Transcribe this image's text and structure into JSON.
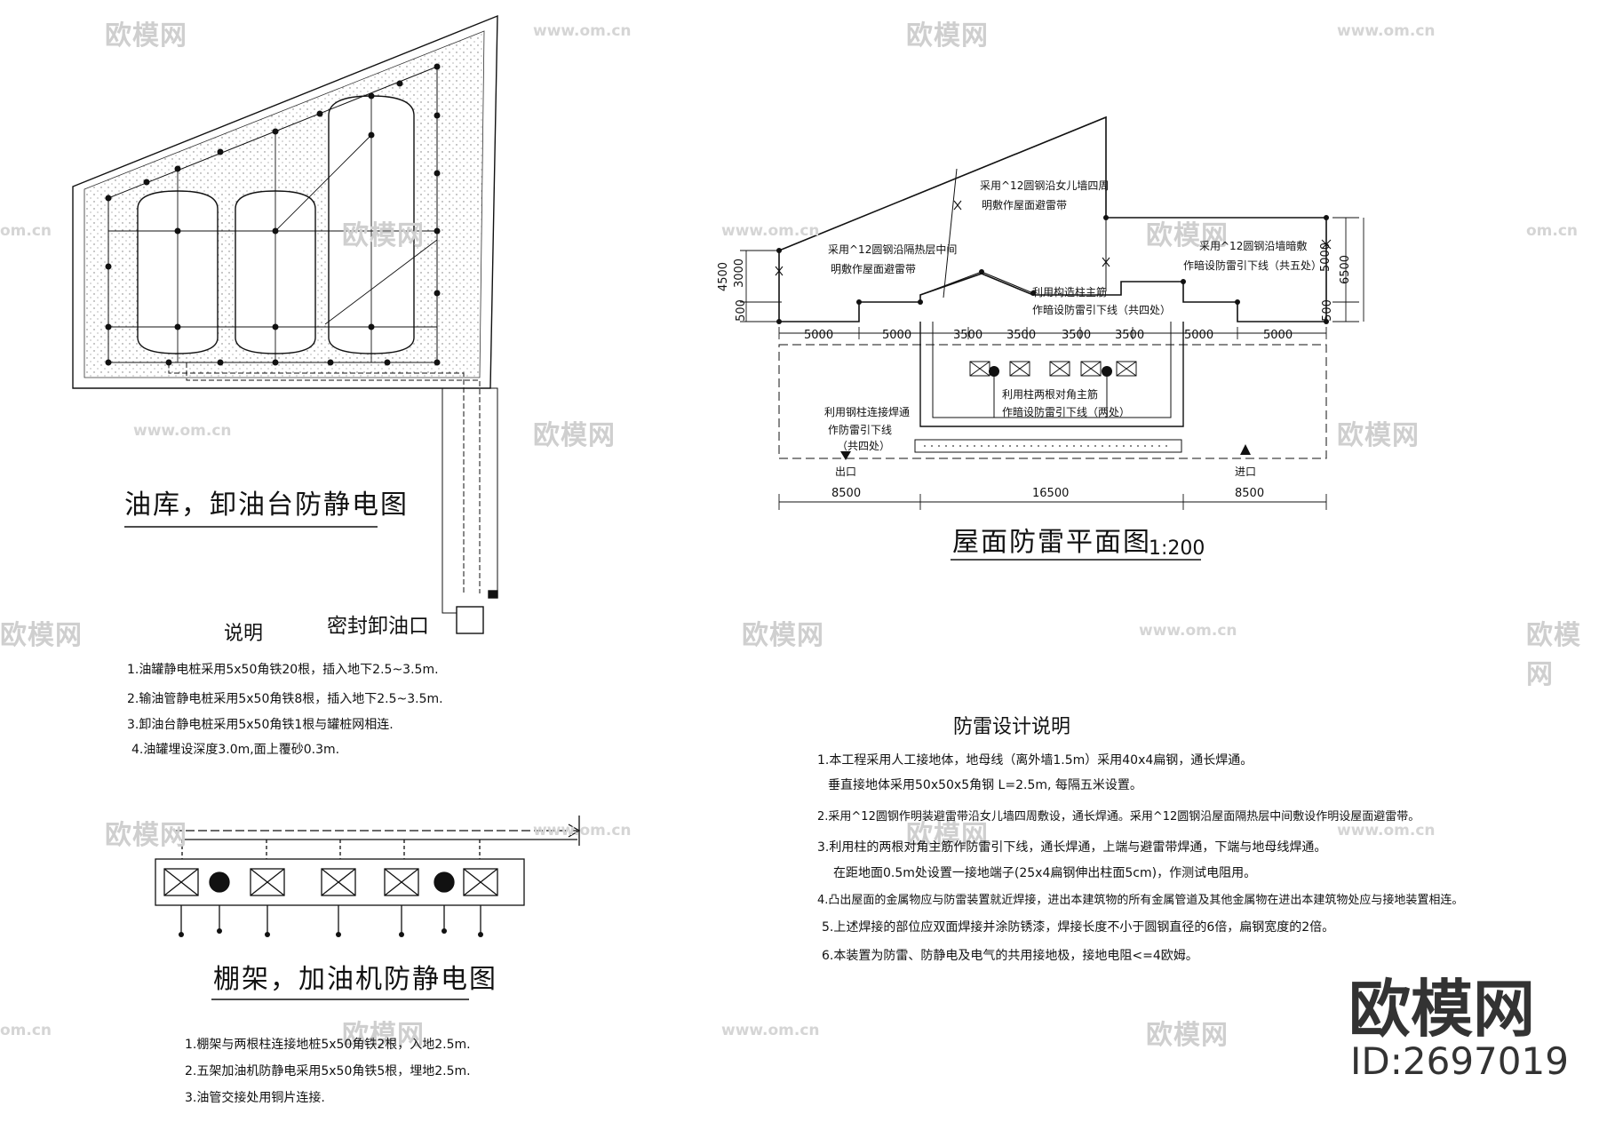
{
  "watermark": {
    "brand": "欧模网",
    "url": "www.om.cn",
    "url_short": "om.cn"
  },
  "brand_mark": {
    "name": "欧模网",
    "id": "ID:2697019"
  },
  "oil_depot": {
    "title": "油库，卸油台防静电图",
    "outlet_label": "密封卸油口",
    "notes_heading": "说明",
    "notes": [
      "1.油罐静电桩采用5x50角铁20根，插入地下2.5~3.5m.",
      "2.输油管静电桩采用5x50角铁8根，插入地下2.5~3.5m.",
      "3.卸油台静电桩采用5x50角铁1根与罐桩网相连.",
      "4.油罐埋设深度3.0m,面上覆砂0.3m."
    ]
  },
  "canopy": {
    "title": "棚架，加油机防静电图",
    "notes": [
      "1.棚架与两根柱连接地桩5x50角铁2根，入地2.5m.",
      "2.五架加油机防静电采用5x50角铁5根，埋地2.5m.",
      "3.油管交接处用铜片连接."
    ]
  },
  "roof_plan": {
    "title": "屋面防雷平面图",
    "scale": "1:200",
    "labels": {
      "parapet": "采用^12圆钢沿女儿墙四周",
      "parapet2": "明敷作屋面避雷带",
      "insulation": "采用^12圆钢沿隔热层中间",
      "insulation2": "明敷作屋面避雷带",
      "right_top": "采用^12圆钢沿墙暗敷",
      "right_top2": "作暗设防雷引下线（共五处）",
      "struct_col": "利用构造柱主筋",
      "struct_col2": "作暗设防雷引下线（共四处）",
      "col_rebar": "利用柱两根对角主筋",
      "col_rebar2": "作暗设防雷引下线（两处）",
      "steel_col": "利用钢柱连接焊通",
      "steel_col2": "作防雷引下线",
      "steel_col3": "（共四处）",
      "exit": "出口",
      "entry": "进口"
    },
    "dims_top": [
      "5000",
      "5000",
      "3500",
      "3500",
      "3500",
      "3500",
      "5000",
      "5000"
    ],
    "dims_bottom": [
      "8500",
      "16500",
      "8500"
    ],
    "dims_left": [
      "4500",
      "3000",
      "500"
    ],
    "dims_right": [
      "5000",
      "6500",
      "500"
    ]
  },
  "lightning_notes": {
    "heading": "防雷设计说明",
    "notes": [
      "1.本工程采用人工接地体，地母线（离外墙1.5m）采用40x4扁钢，通长焊通。",
      "垂直接地体采用50x50x5角钢 L=2.5m, 每隔五米设置。",
      "2.采用^12圆钢作明装避雷带沿女儿墙四周敷设，通长焊通。采用^12圆钢沿屋面隔热层中间敷设作明设屋面避雷带。",
      "3.利用柱的两根对角主筋作防雷引下线，通长焊通，上端与避雷带焊通，下端与地母线焊通。",
      "在距地面0.5m处设置一接地端子(25x4扁钢伸出柱面5cm)，作测试电阻用。",
      "4.凸出屋面的金属物应与防雷装置就近焊接，进出本建筑物的所有金属管道及其他金属物在进出本建筑物处应与接地装置相连。",
      "5.上述焊接的部位应双面焊接并涂防锈漆，焊接长度不小于圆钢直径的6倍，扁钢宽度的2倍。",
      "6.本装置为防雷、防静电及电气的共用接地极，接地电阻<=4欧姆。"
    ]
  }
}
